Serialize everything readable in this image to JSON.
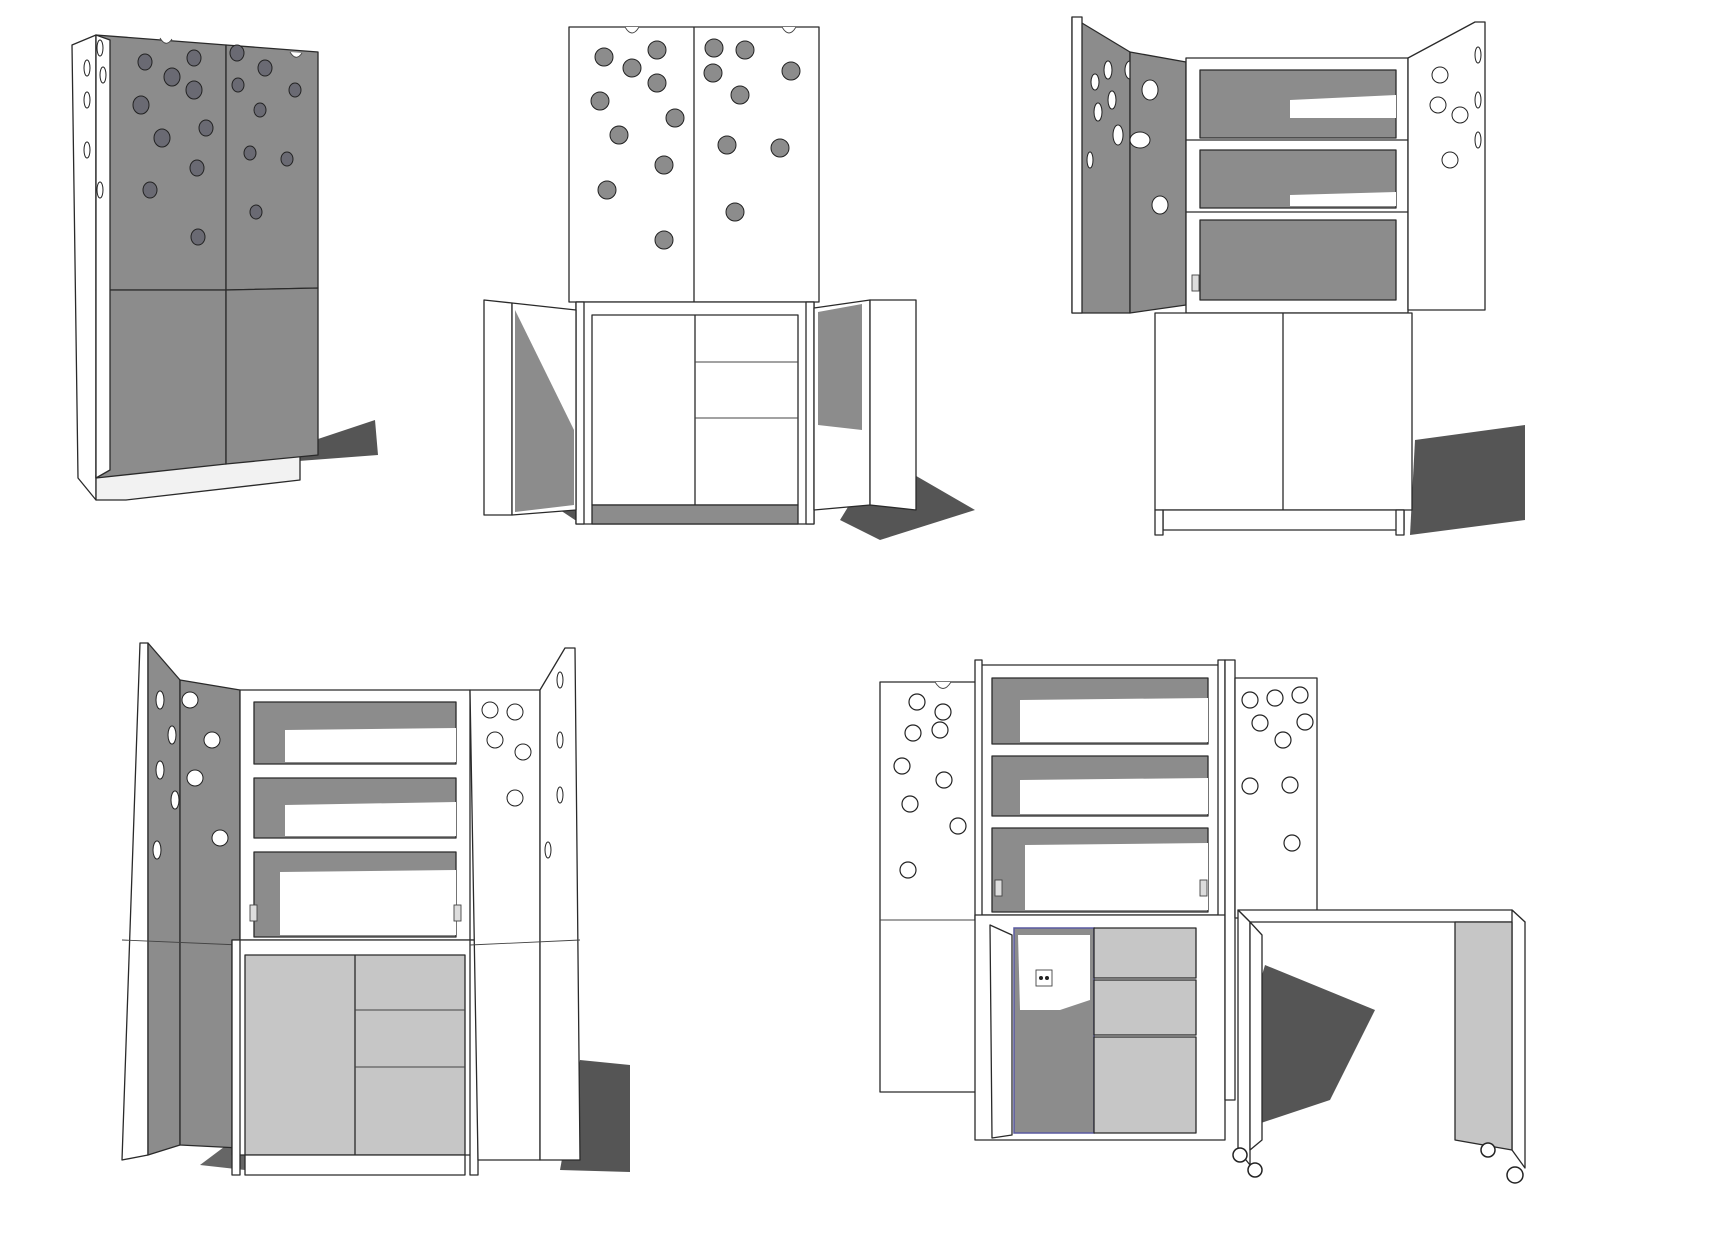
{
  "title": "",
  "colors": {
    "panel_white": "#ffffff",
    "panel_mid": "#8c8c8c",
    "panel_dark": "#6e6e6e",
    "panel_light": "#c6c6c6",
    "shadow": "#555555",
    "hole": "#6a6a73",
    "line": "#2a2a2a"
  },
  "views": [
    {
      "name": "closed-cabinet-perspective",
      "state": "doors closed"
    },
    {
      "name": "lower-doors-open",
      "state": "lower doors open"
    },
    {
      "name": "upper-doors-open",
      "state": "upper doors open, shelves visible"
    },
    {
      "name": "all-doors-open",
      "state": "upper and lower doors open"
    },
    {
      "name": "desk-extended",
      "state": "doors open with desk on castors pulled out"
    }
  ],
  "icons": [
    "outlet-icon",
    "castor-icon",
    "hinge-icon"
  ]
}
